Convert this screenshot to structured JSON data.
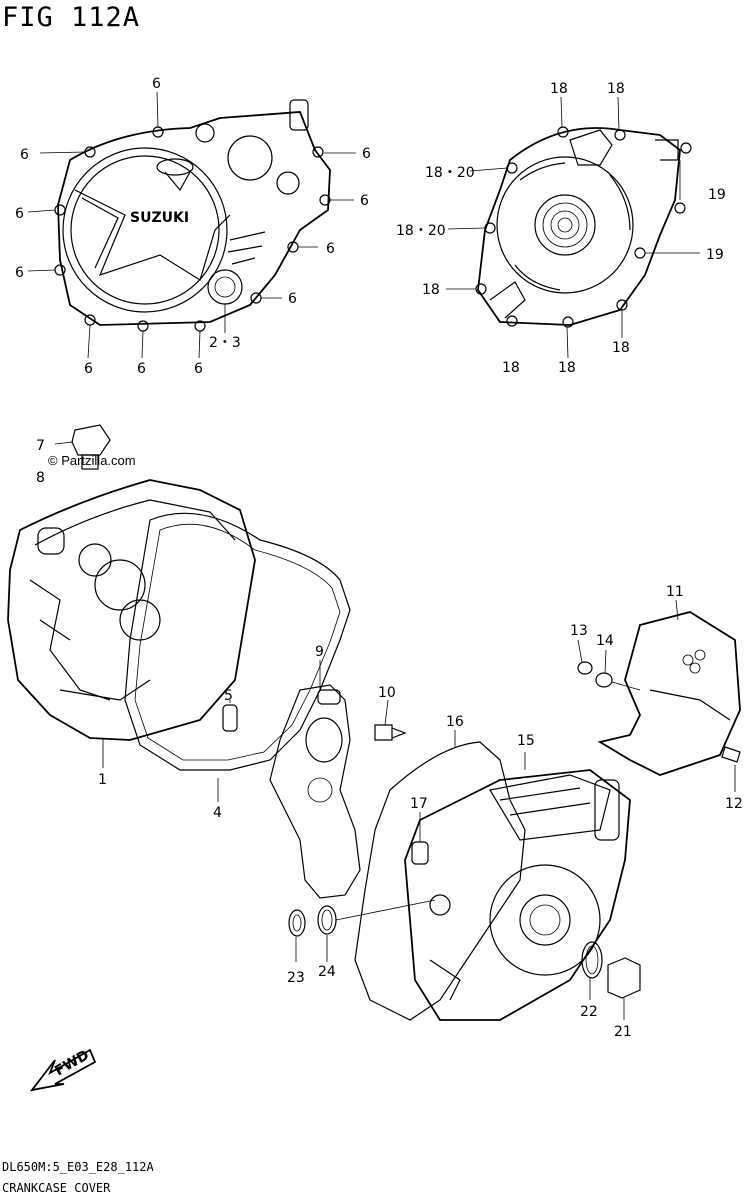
{
  "figure": {
    "title": "FIG 112A"
  },
  "watermark": {
    "text": "© Partzilla.com"
  },
  "footer": {
    "code": "DL650M:5_E03_E28_112A",
    "name": "CRANKCASE COVER"
  },
  "fwd_label": "FWD",
  "callouts": {
    "c6_top": "6",
    "c6_left1": "6",
    "c6_left2": "6",
    "c6_left3": "6",
    "c6_right1": "6",
    "c6_right2": "6",
    "c6_right3": "6",
    "c6_right4": "6",
    "c6_bot1": "6",
    "c6_bot2": "6",
    "c6_bot3": "6",
    "c23": "2・3",
    "c18_t1": "18",
    "c18_t2": "18",
    "c1820_a": "18・20",
    "c1820_b": "18・20",
    "c18_l": "18",
    "c18_b1": "18",
    "c18_b2": "18",
    "c18_b3": "18",
    "c19_a": "19",
    "c19_b": "19",
    "c7": "7",
    "c8": "8",
    "c1": "1",
    "c4": "4",
    "c5": "5",
    "c9": "9",
    "c10": "10",
    "c11": "11",
    "c12": "12",
    "c13": "13",
    "c14": "14",
    "c15": "15",
    "c16": "16",
    "c17": "17",
    "c21": "21",
    "c22": "22",
    "c23b": "23",
    "c24": "24"
  },
  "logo_text": "SUZUKI"
}
